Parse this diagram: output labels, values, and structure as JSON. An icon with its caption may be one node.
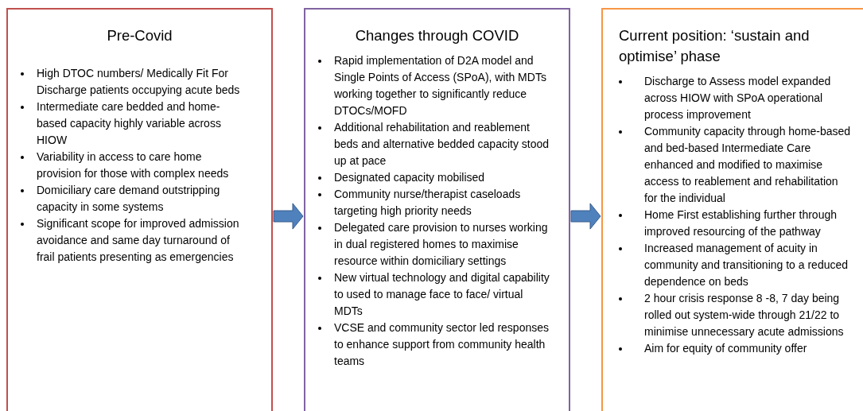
{
  "diagram": {
    "nodes": [
      {
        "text": [
          "Pre-Covid",
          "High DTOC numbers/ Medically Fit For Discharge patients occupying acute beds",
          "Intermediate care bedded and home-based capacity highly variable across HIOW",
          "Variability in access to care home provision for those with complex needs",
          "Domiciliary care demand outstripping capacity in some systems",
          "Significant scope for improved admission avoidance and same day turnaround of frail patients presenting as emergencies"
        ]
      },
      {
        "text": [
          "Changes through COVID",
          "Rapid implementation of D2A model and Single Points of Access (SPoA), with MDTs working together to significantly reduce DTOCs/MOFD",
          "Additional rehabilitation and reablement beds and alternative bedded capacity stood up at pace",
          "Designated capacity mobilised",
          "Community nurse/therapist caseloads targeting high priority needs",
          "Delegated care provision to nurses working in dual registered homes to maximise resource within domiciliary settings",
          "New virtual technology and digital capability to used to manage face to face/ virtual MDTs",
          "VCSE and community sector led responses to enhance support from community health teams"
        ]
      },
      {
        "text": [
          "Current position: ‘sustain and optimise’ phase",
          "Discharge to Assess model expanded across HIOW with SPoA operational process improvement",
          "Community capacity through home-based and bed-based Intermediate Care enhanced and modified to maximise access to reablement and rehabilitation for the individual",
          "Home First establishing further through improved resourcing of the pathway",
          "Increased management of acuity in community and transitioning to a reduced dependence on beds",
          "2 hour crisis response 8 -8, 7 day being rolled out system-wide through 21/22 to minimise unnecessary acute admissions",
          "Aim for equity of community offer"
        ]
      }
    ],
    "edges": [
      {
        "from": 0,
        "to": 1,
        "arrow": "to",
        "style": "thick",
        "color": "#4f81bd"
      },
      {
        "from": 1,
        "to": 2,
        "arrow": "to",
        "style": "thick",
        "color": "#4f81bd"
      }
    ]
  }
}
